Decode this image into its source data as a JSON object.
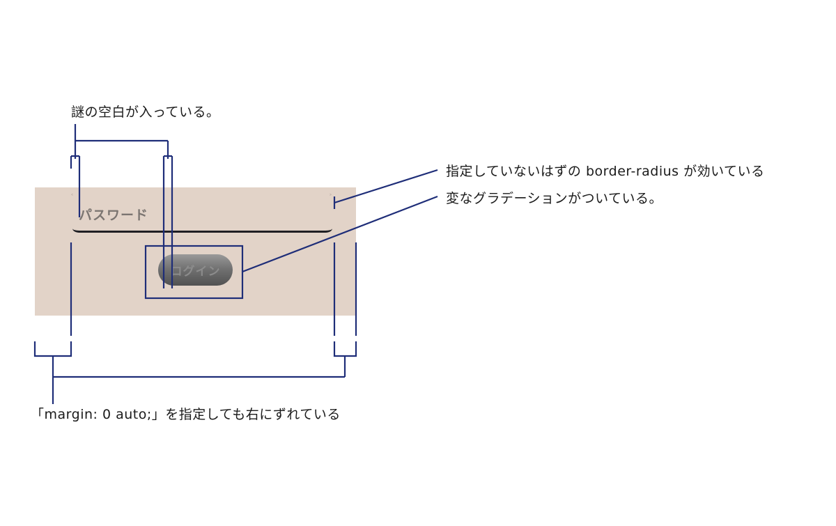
{
  "form": {
    "password_label": "パスワード",
    "login_button": "ログイン"
  },
  "annotations": {
    "mysterious_gap": "謎の空白が入っている。",
    "unexpected_radius": "指定していないはずの border-radius が効いている",
    "strange_gradient": "変なグラデーションがついている。",
    "margin_shift": "「margin: 0 auto;」を指定しても右にずれている"
  },
  "colors": {
    "panel_background": "#e2d3c8",
    "annotation_line": "#1e2d78",
    "annotation_text": "#1a1a1a"
  }
}
